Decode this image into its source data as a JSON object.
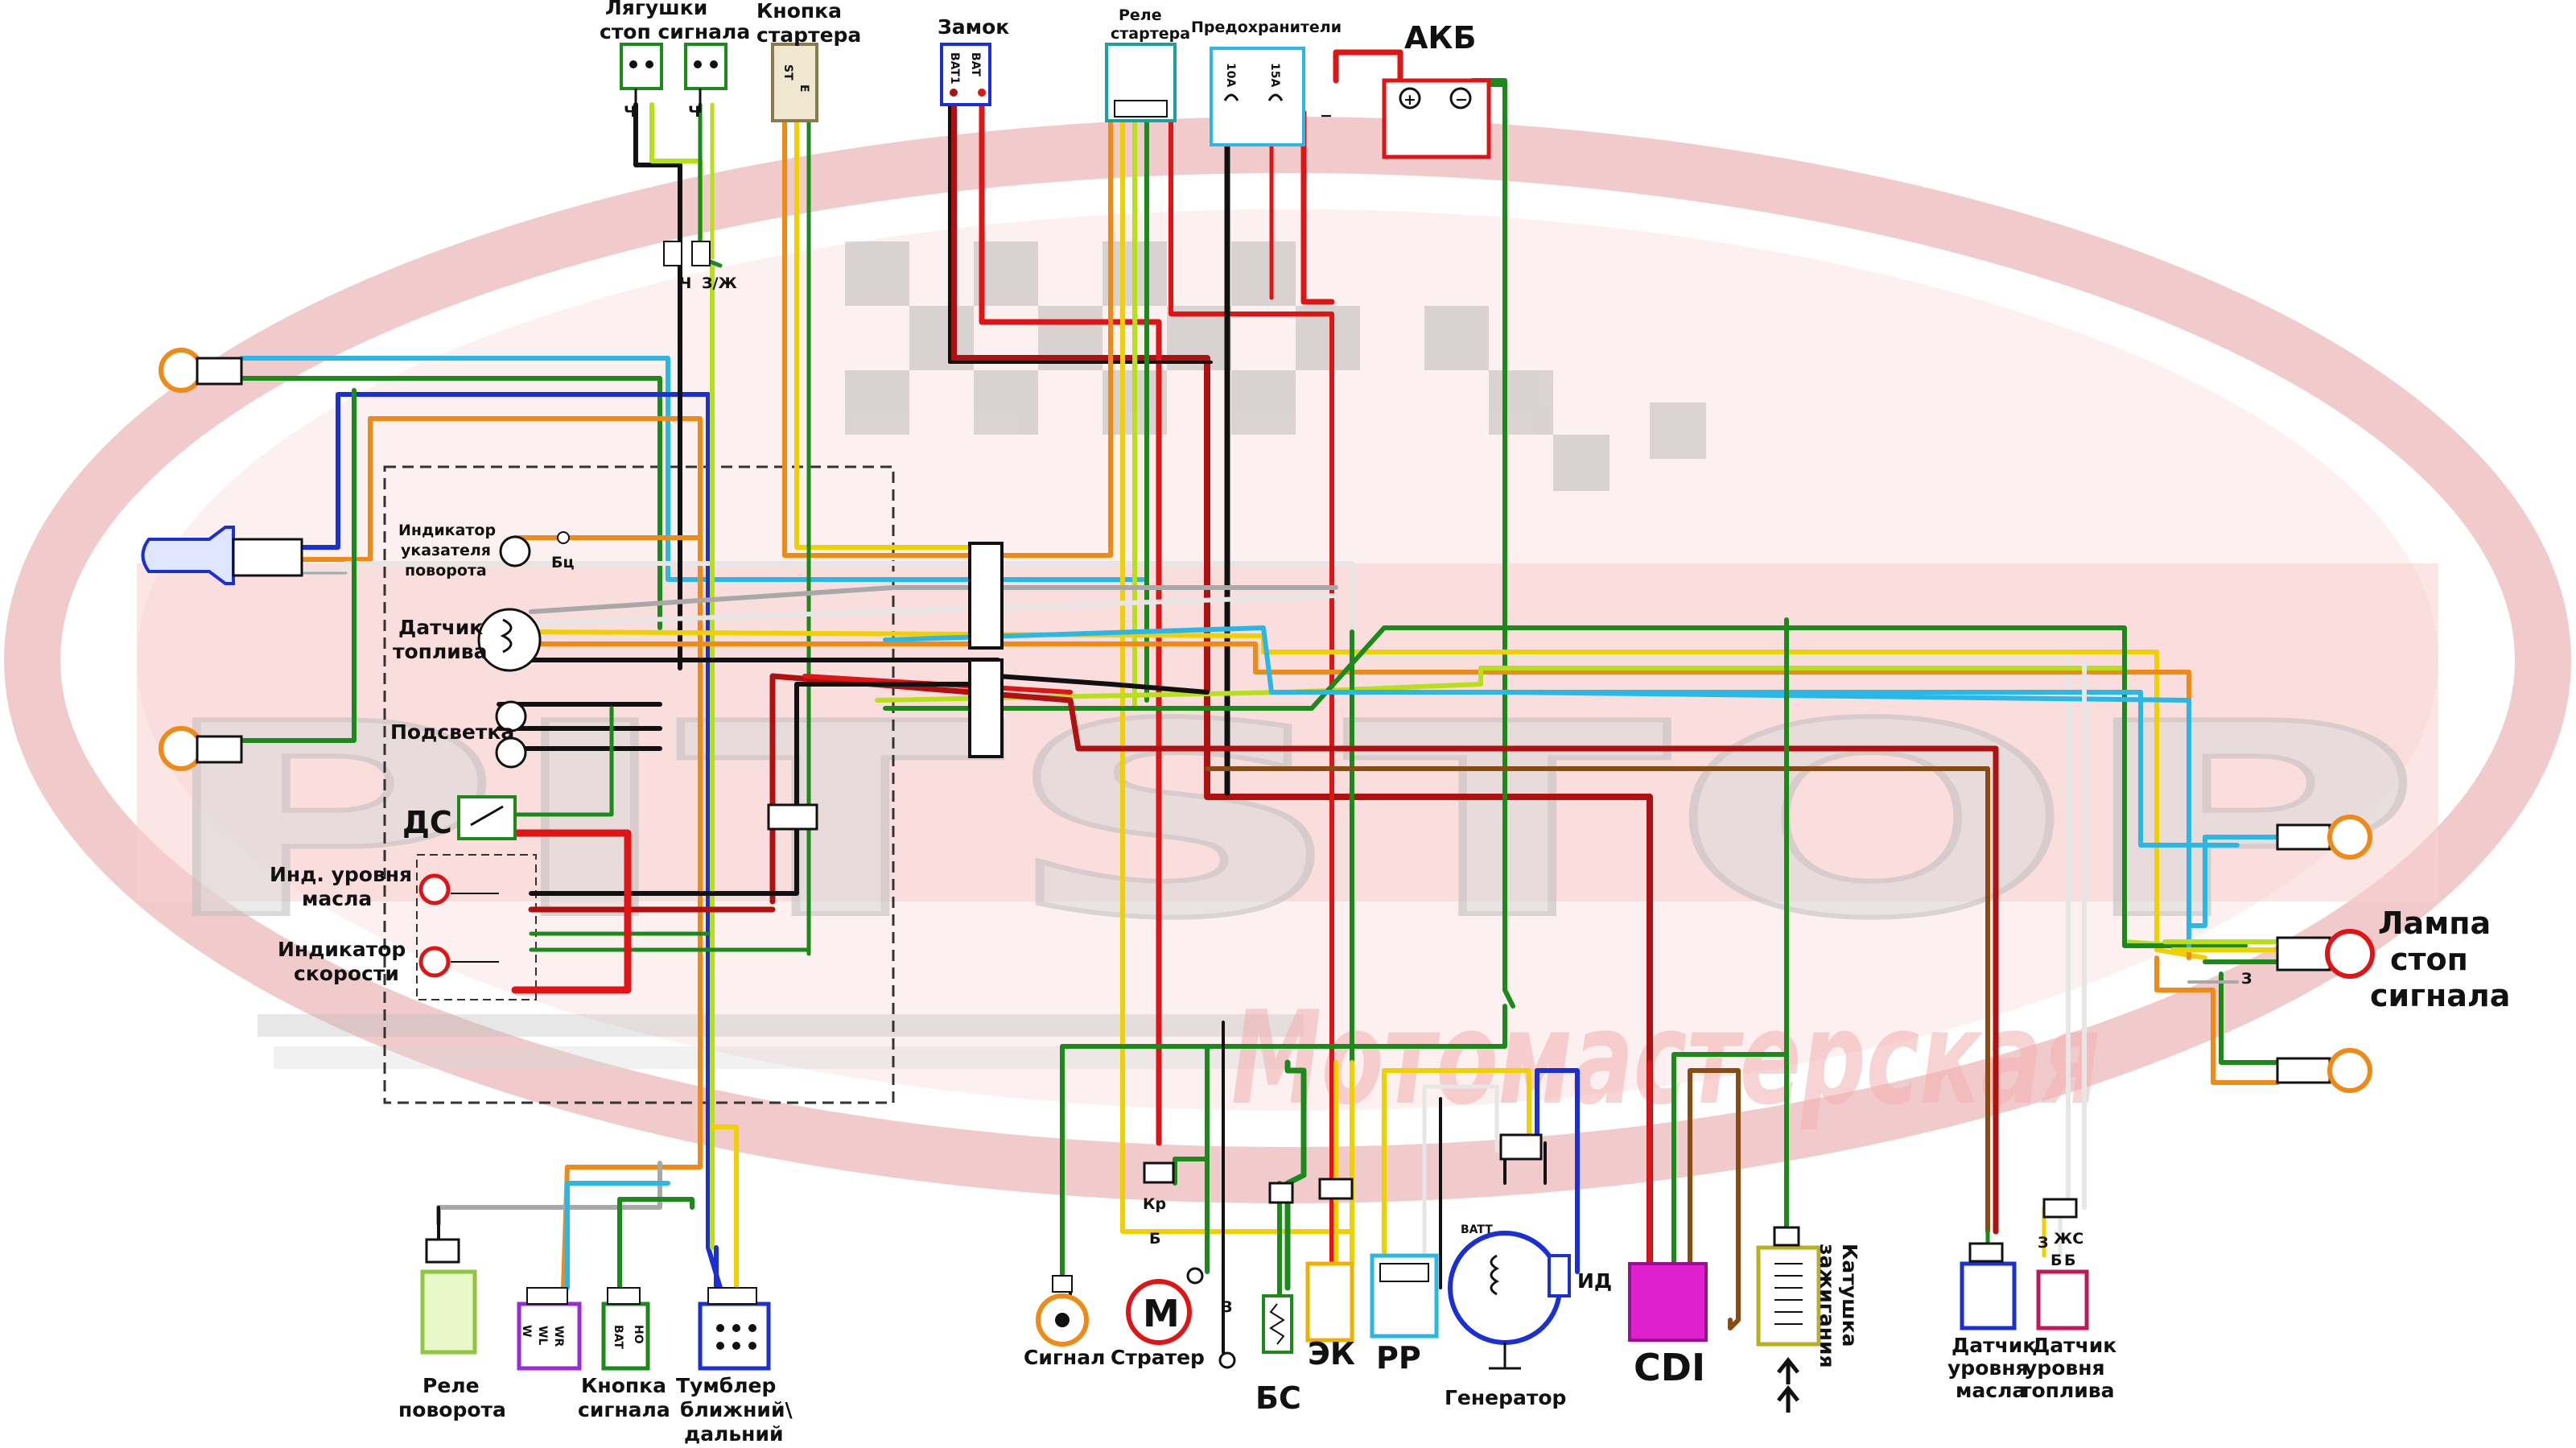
{
  "colors": {
    "black": "#111111",
    "red": "#e01414",
    "darkred": "#b01010",
    "green": "#1b8a1b",
    "lime": "#b7e01a",
    "yellow": "#f0d000",
    "orange": "#ef8a17",
    "lightblue": "#2ab7e6",
    "blue": "#1a2fd6",
    "gray": "#a8a8a8",
    "white": "#e6e6e6",
    "brown": "#8a4b12",
    "magenta": "#d214d2",
    "purple": "#8a2be2",
    "pink": "#c2185b",
    "watermark_red": "#e03a3a"
  },
  "watermark": {
    "title": "PITSTOP",
    "subtitle": "Мотомастерская"
  },
  "labels": {
    "stop_switches": [
      "Лягушки",
      "стоп сигнала"
    ],
    "starter_button_top": [
      "Кнопка",
      "стартера"
    ],
    "lock": "Замок",
    "starter_relay_top": [
      "Реле",
      "стартера"
    ],
    "fuses": "Предохранители",
    "battery": "АКБ",
    "turn_indicator": [
      "Индикатор",
      "указателя",
      "поворота"
    ],
    "fuel_gauge": [
      "Датчик",
      "топлива"
    ],
    "backlight": "Подсветка",
    "ds": "ДС",
    "oil_indicator": [
      "Инд. уровня",
      "масла"
    ],
    "speed_indicator": [
      "Индикатор",
      "скорости"
    ],
    "brake_lamp": [
      "Лампа",
      "стоп",
      "сигнала"
    ],
    "turn_relay": [
      "Реле",
      "поворота"
    ],
    "horn_button": [
      "Кнопка",
      "сигнала"
    ],
    "beam_switch": [
      "Тумблер",
      "ближний\\",
      "дальний"
    ],
    "horn": "Сигнал",
    "starter": "Стратер",
    "bs": "БС",
    "ek": "ЭК",
    "rr": "РР",
    "generator": "Генератор",
    "id": "ИД",
    "cdi": "CDI",
    "ignition_coil": [
      "Катушка",
      "зажигания"
    ],
    "oil_sensor": [
      "Датчик",
      "уровня",
      "масла"
    ],
    "fuel_sensor": [
      "Датчик",
      "уровня",
      "топлива"
    ]
  },
  "small_labels": {
    "ch": "Ч",
    "zh": "З/Ж",
    "bc": "Бц",
    "kr": "Кр",
    "b": "Б",
    "z": "З",
    "z_right": "З",
    "zhs": "ЖС",
    "b1": "Б",
    "b2": "Б",
    "fuse_10a": "10A",
    "fuse_15a": "15A",
    "bat1": "BAT1",
    "bat": "BAT",
    "st": "ST",
    "e": "E",
    "batt": "BATT",
    "plus": "+",
    "minus": "−",
    "m": "M",
    "w": "W",
    "wl": "WL",
    "wr": "WR",
    "ho": "HO",
    "bat2": "BAT"
  }
}
